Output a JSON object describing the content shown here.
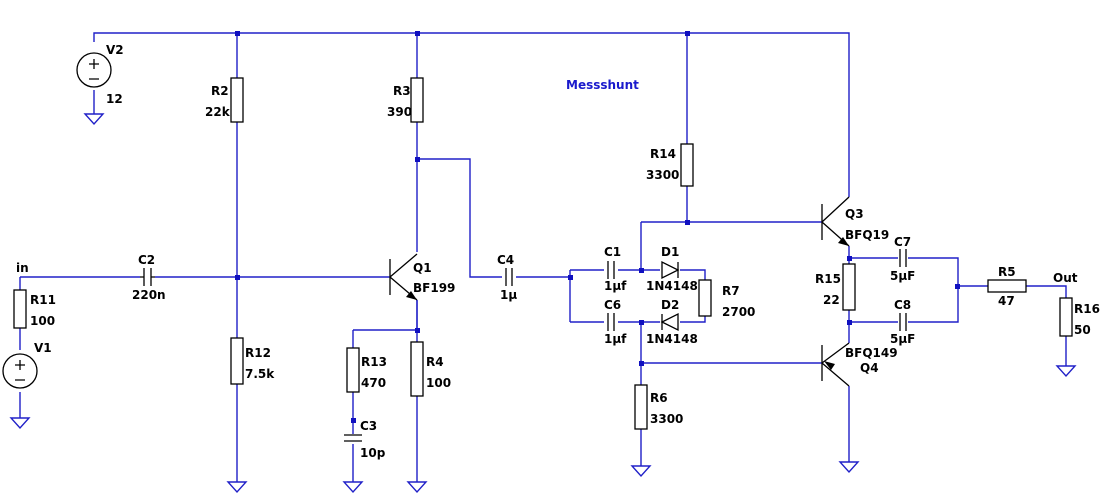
{
  "annotation": "Messshunt",
  "components": {
    "V1": {
      "name": "V1"
    },
    "V2": {
      "name": "V2",
      "value": "12"
    },
    "R2": {
      "name": "R2",
      "value": "22k"
    },
    "R3": {
      "name": "R3",
      "value": "390"
    },
    "R4": {
      "name": "R4",
      "value": "100"
    },
    "R5": {
      "name": "R5",
      "value": "47"
    },
    "R6": {
      "name": "R6",
      "value": "3300"
    },
    "R7": {
      "name": "R7",
      "value": "2700"
    },
    "R11": {
      "name": "R11",
      "value": "100"
    },
    "R12": {
      "name": "R12",
      "value": "7.5k"
    },
    "R13": {
      "name": "R13",
      "value": "470"
    },
    "R14": {
      "name": "R14",
      "value": "3300"
    },
    "R15": {
      "name": "R15",
      "value": "22"
    },
    "R16": {
      "name": "R16",
      "value": "50"
    },
    "C1": {
      "name": "C1",
      "value": "1µf"
    },
    "C2": {
      "name": "C2",
      "value": "220n"
    },
    "C3": {
      "name": "C3",
      "value": "10p"
    },
    "C4": {
      "name": "C4",
      "value": "1µ"
    },
    "C6": {
      "name": "C6",
      "value": "1µf"
    },
    "C7": {
      "name": "C7",
      "value": "5µF"
    },
    "C8": {
      "name": "C8",
      "value": "5µF"
    },
    "D1": {
      "name": "D1",
      "value": "1N4148"
    },
    "D2": {
      "name": "D2",
      "value": "1N4148"
    },
    "Q1": {
      "name": "Q1",
      "value": "BF199"
    },
    "Q3": {
      "name": "Q3",
      "value": "BFQ19"
    },
    "Q4": {
      "name": "Q4",
      "value": "BFQ149"
    }
  },
  "nets": {
    "input": "in",
    "output": "Out"
  }
}
